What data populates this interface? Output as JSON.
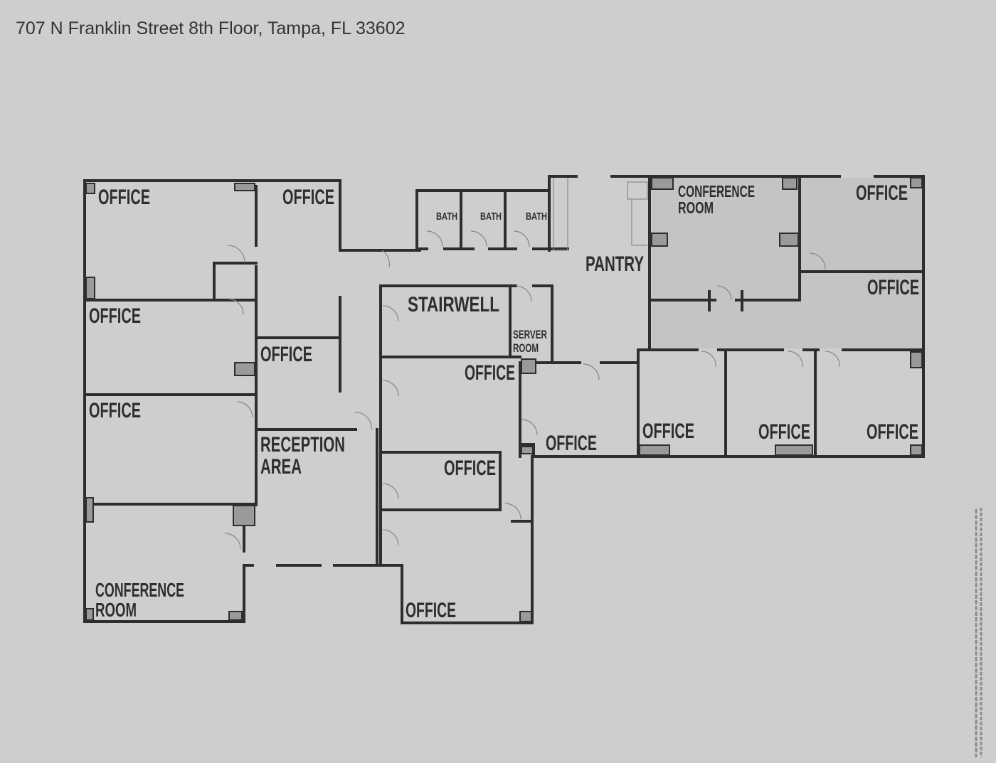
{
  "header": {
    "address": "707 N Franklin Street 8th Floor, Tampa, FL 33602"
  },
  "floorplan": {
    "rooms": [
      {
        "line1": "OFFICE"
      },
      {
        "line1": "OFFICE"
      },
      {
        "line1": "OFFICE"
      },
      {
        "line1": "OFFICE"
      },
      {
        "line1": "OFFICE"
      },
      {
        "line1": "RECEPTION",
        "line2": "AREA"
      },
      {
        "line1": "CONFERENCE",
        "line2": "ROOM"
      },
      {
        "line1": "STAIRWELL"
      },
      {
        "line1": "SERVER",
        "line2": "ROOM"
      },
      {
        "line1": "OFFICE"
      },
      {
        "line1": "OFFICE"
      },
      {
        "line1": "OFFICE"
      },
      {
        "line1": "OFFICE"
      },
      {
        "line1": "PANTRY"
      },
      {
        "line1": "CONFERENCE",
        "line2": "ROOM"
      },
      {
        "line1": "OFFICE"
      },
      {
        "line1": "OFFICE"
      },
      {
        "line1": "OFFICE"
      },
      {
        "line1": "OFFICE"
      },
      {
        "line1": "OFFICE"
      },
      {
        "line1": "BATH"
      },
      {
        "line1": "BATH"
      },
      {
        "line1": "BATH"
      }
    ],
    "colors": {
      "background": "#cecece",
      "walls": "#2e2e2e"
    }
  }
}
